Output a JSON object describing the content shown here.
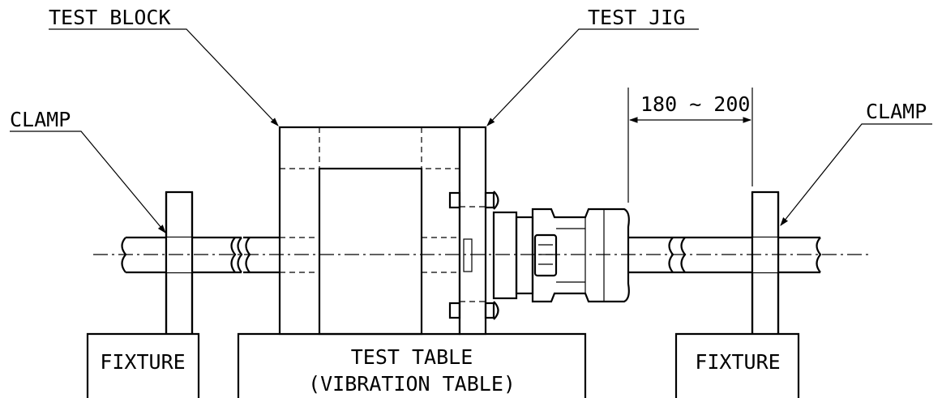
{
  "labels": {
    "test_block": "TEST BLOCK",
    "test_jig": "TEST JIG",
    "clamp_left": "CLAMP",
    "clamp_right": "CLAMP",
    "dimension": "180 ~ 200",
    "fixture_left": "FIXTURE",
    "fixture_right": "FIXTURE",
    "test_table_line1": "TEST TABLE",
    "test_table_line2": "(VIBRATION TABLE)"
  }
}
